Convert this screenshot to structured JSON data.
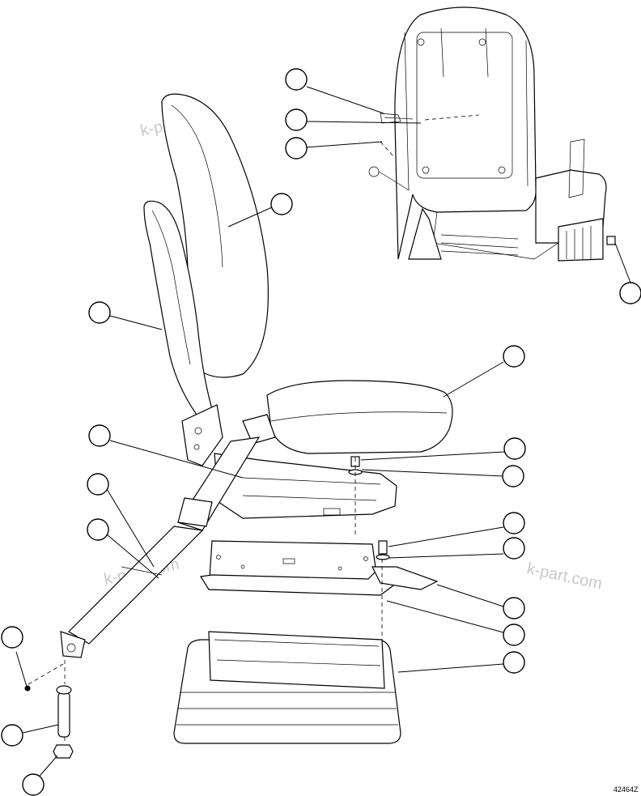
{
  "drawing_code": "42464Z",
  "watermark": "k-part.com",
  "callouts": [
    {
      "id": "c1"
    },
    {
      "id": "c2"
    },
    {
      "id": "c3"
    },
    {
      "id": "c4"
    },
    {
      "id": "c5"
    },
    {
      "id": "c6"
    },
    {
      "id": "c7"
    },
    {
      "id": "c8"
    },
    {
      "id": "c9"
    },
    {
      "id": "c10"
    },
    {
      "id": "c11"
    },
    {
      "id": "c12"
    },
    {
      "id": "c13"
    },
    {
      "id": "c14"
    },
    {
      "id": "c15"
    },
    {
      "id": "c16"
    },
    {
      "id": "c17"
    },
    {
      "id": "c18"
    },
    {
      "id": "c19"
    },
    {
      "id": "c20"
    },
    {
      "id": "c21"
    },
    {
      "id": "c22"
    }
  ]
}
